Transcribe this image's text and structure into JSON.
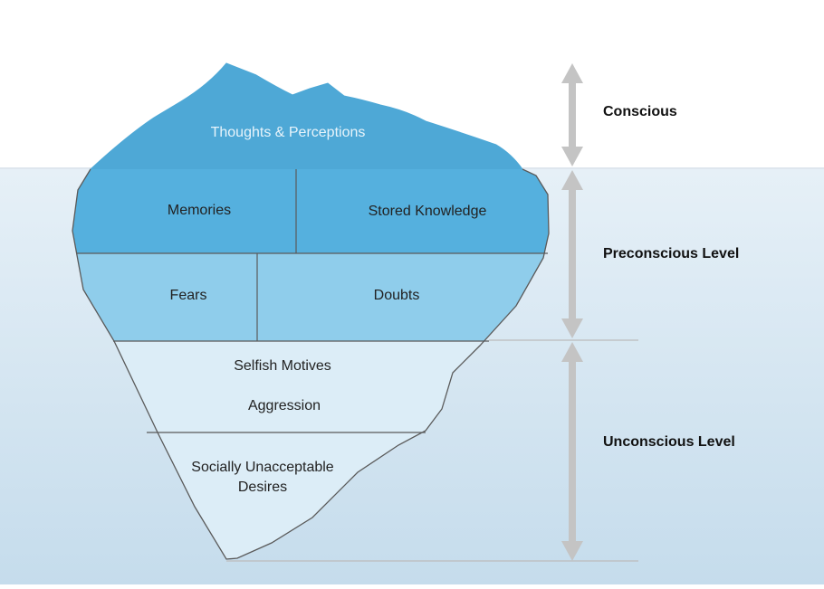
{
  "colors": {
    "sky": "#ffffff",
    "water_top": "#e6f0f7",
    "water_bottom": "#c5dcec",
    "tip": "#4ea8d6",
    "conscious_layer": "#55b0de",
    "preconscious_layer": "#8fcdeb",
    "unconscious_layer": "#dcedf7",
    "outline": "#5a5a5a",
    "arrow": "#c4c4c4"
  },
  "iceberg": {
    "tip_label": "Thoughts & Perceptions",
    "memories": "Memories",
    "stored_knowledge": "Stored Knowledge",
    "fears": "Fears",
    "doubts": "Doubts",
    "selfish_motives": "Selfish Motives",
    "aggression": "Aggression",
    "desires_line1": "Socially Unacceptable",
    "desires_line2": "Desires"
  },
  "levels": {
    "conscious": "Conscious",
    "preconscious": "Preconscious Level",
    "unconscious": "Unconscious Level"
  }
}
